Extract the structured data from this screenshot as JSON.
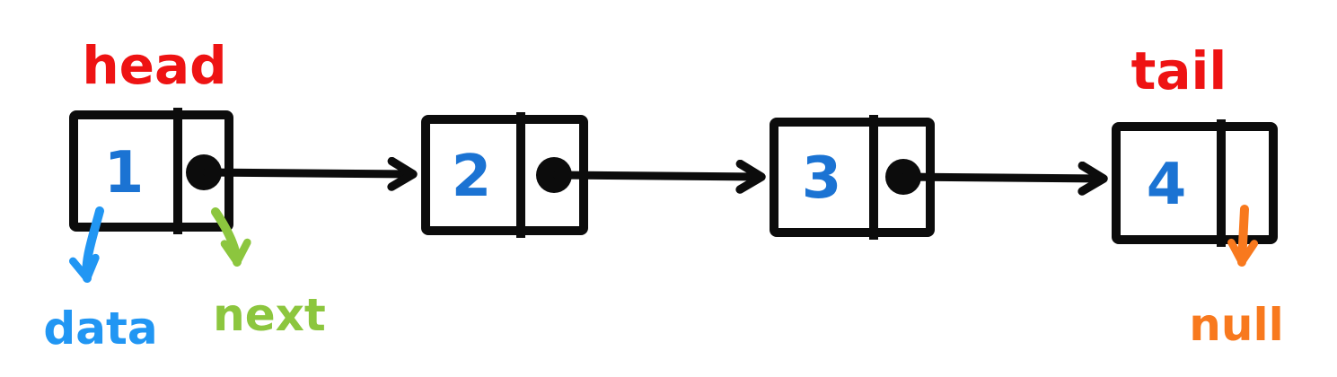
{
  "labels": {
    "head": "head",
    "tail": "tail",
    "data": "data",
    "next": "next",
    "null": "null"
  },
  "nodes": [
    {
      "value": "1"
    },
    {
      "value": "2"
    },
    {
      "value": "3"
    },
    {
      "value": "4"
    }
  ],
  "colors": {
    "red": "#ee1313",
    "node_value_blue": "#1b73d3",
    "data_label_blue": "#2196f3",
    "next_label_green": "#8cc63e",
    "null_label_orange": "#f8791e",
    "ink_black": "#0c0c0c"
  }
}
